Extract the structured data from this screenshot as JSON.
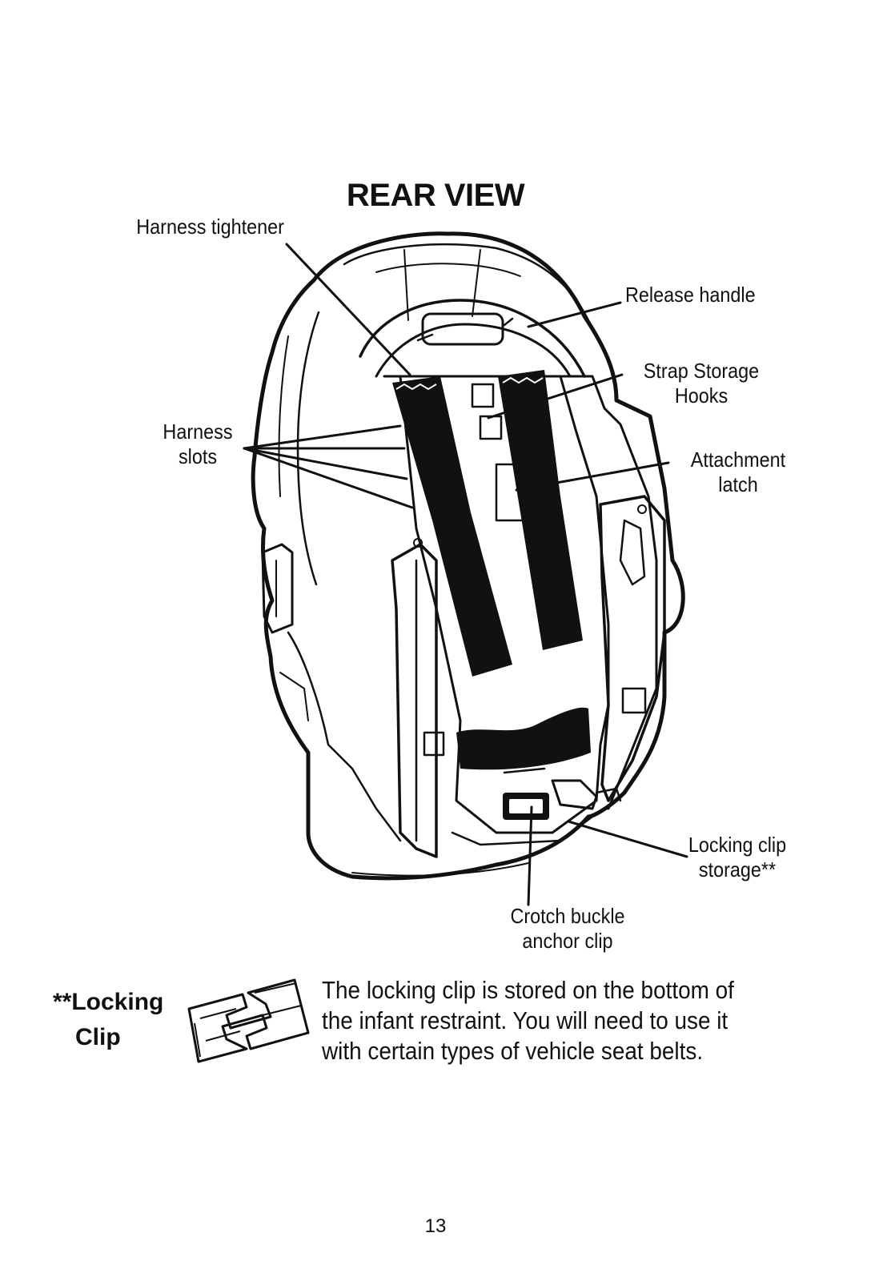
{
  "page": {
    "title": "REAR VIEW",
    "page_number": "13"
  },
  "callouts": {
    "harness_tightener": "Harness tightener",
    "release_handle": "Release handle",
    "strap_storage_line1": "Strap Storage",
    "strap_storage_line2": "Hooks",
    "harness_slots_line1": "Harness",
    "harness_slots_line2": "slots",
    "attachment_latch_line1": "Attachment",
    "attachment_latch_line2": "latch",
    "locking_clip_storage_line1": "Locking clip",
    "locking_clip_storage_line2": "storage**",
    "crotch_buckle_line1": "Crotch buckle",
    "crotch_buckle_line2": "anchor clip"
  },
  "locking_clip": {
    "heading_line1": "**Locking",
    "heading_line2": "Clip",
    "note_lines": [
      "The locking clip is stored on the bottom of",
      "the infant restraint. You will need to use it",
      "with certain types of vehicle seat belts."
    ]
  },
  "icons": {
    "diagram": "infant-car-seat-rear-view-illustration",
    "clip": "locking-clip-icon"
  },
  "colors": {
    "ink": "#111111",
    "paper": "#ffffff"
  }
}
